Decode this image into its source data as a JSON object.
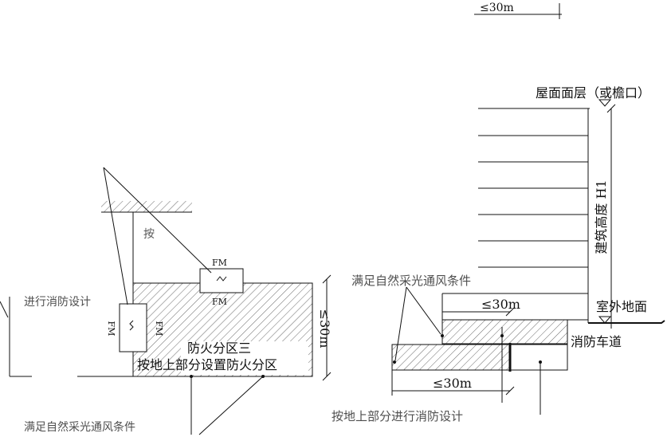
{
  "dimensions": {
    "top_spacing": "≤30m",
    "bottom_spacing": "≤30m",
    "podium_setback": "≤30m",
    "basement_depth": "≤30m"
  },
  "labels": {
    "roof_level": "屋面面层（或檐口）",
    "building_height": "建筑高度 H1",
    "outdoor_ground": "室外地面",
    "fire_lane": "消防车道",
    "zone_name": "防火分区三",
    "zone_rule": "按地上部分设置防火分区",
    "fire_door_h": "FM",
    "fire_door_v": "FM",
    "partial_1": "按",
    "partial_2": "满足自然采光通风条件",
    "partial_3": "进行消防设计",
    "partial_4": "满足自然采光通风条件",
    "partial_5": "按地上部分进行消防设计"
  }
}
